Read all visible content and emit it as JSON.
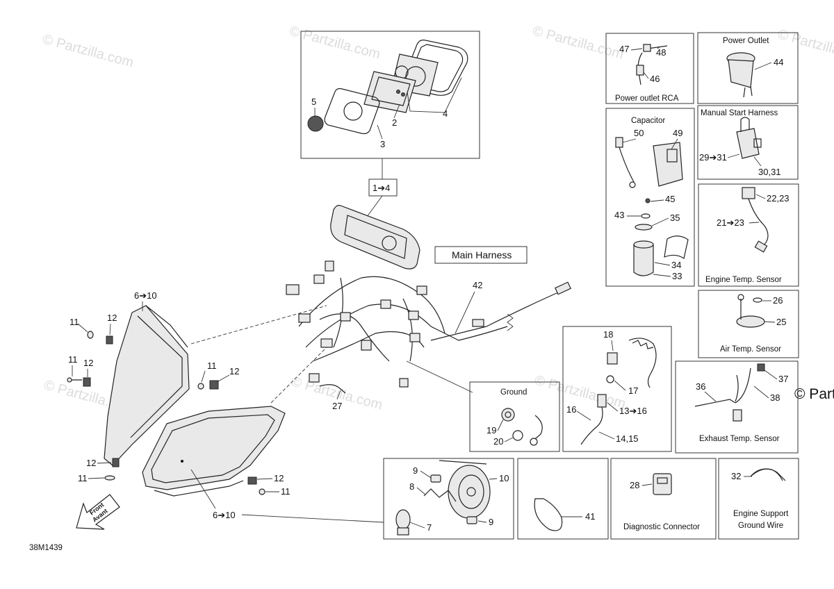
{
  "watermarks": [
    "© Partzilla.com",
    "© Partzilla.com",
    "© Partzilla.com",
    "© Partzilla.com",
    "© Partzilla.com",
    "© Partzilla.com",
    "© Partzilla.com",
    "© Partz"
  ],
  "drawing_number": "38M1439",
  "front_label": {
    "line1": "Front",
    "line2": "Avant"
  },
  "panels": {
    "main_harness": "Main Harness",
    "power_outlet": "Power Outlet",
    "power_outlet_rca": "Power outlet RCA",
    "capacitor": "Capacitor",
    "manual_start_harness": "Manual Start Harness",
    "engine_temp_sensor": "Engine Temp. Sensor",
    "air_temp_sensor": "Air Temp. Sensor",
    "exhaust_temp_sensor": "Exhaust Temp. Sensor",
    "ground": "Ground",
    "diagnostic_connector": "Diagnostic Connector",
    "engine_support_ground_wire_1": "Engine Support",
    "engine_support_ground_wire_2": "Ground Wire"
  },
  "callouts": {
    "c1to4": "1➔4",
    "c2": "2",
    "c3": "3",
    "c4": "4",
    "c5": "5",
    "c6to10a": "6➔10",
    "c6to10b": "6➔10",
    "c7": "7",
    "c8": "8",
    "c9a": "9",
    "c9b": "9",
    "c10": "10",
    "c11a": "11",
    "c11b": "11",
    "c11c": "11",
    "c11d": "11",
    "c11e": "11",
    "c12a": "12",
    "c12b": "12",
    "c12c": "12",
    "c12d": "12",
    "c12e": "12",
    "c13to16": "13➔16",
    "c14_15": "14,15",
    "c16": "16",
    "c17": "17",
    "c18": "18",
    "c19": "19",
    "c20": "20",
    "c21to23": "21➔23",
    "c22_23": "22,23",
    "c25": "25",
    "c26": "26",
    "c27": "27",
    "c28": "28",
    "c29to31": "29➔31",
    "c30_31": "30,31",
    "c32": "32",
    "c33": "33",
    "c34": "34",
    "c35": "35",
    "c36": "36",
    "c37": "37",
    "c38": "38",
    "c41": "41",
    "c42": "42",
    "c43": "43",
    "c44": "44",
    "c45": "45",
    "c46": "46",
    "c47": "47",
    "c48": "48",
    "c49": "49",
    "c50": "50"
  }
}
